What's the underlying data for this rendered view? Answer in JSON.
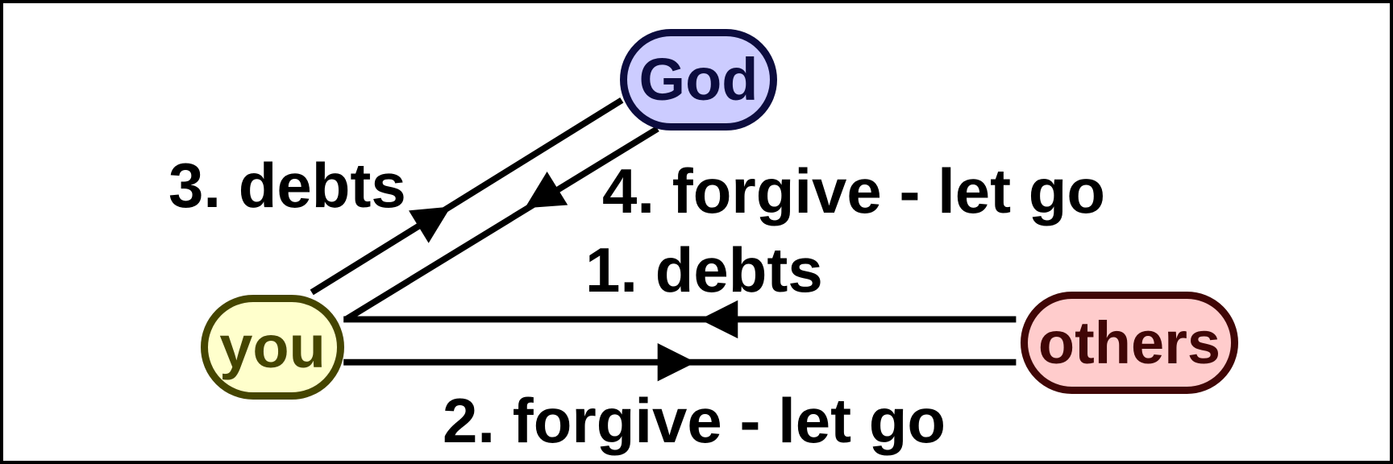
{
  "canvas": {
    "background": "#ffffff",
    "frame_color": "#000000"
  },
  "diagram": {
    "edge_color": "#000000",
    "nodes": [
      {
        "id": "god",
        "label": "God",
        "fill": "#ccccff",
        "stroke": "#0c0c3e"
      },
      {
        "id": "you",
        "label": "you",
        "fill": "#ffffcc",
        "stroke": "#454500"
      },
      {
        "id": "others",
        "label": "others",
        "fill": "#ffcccc",
        "stroke": "#400606"
      }
    ],
    "edges": [
      {
        "label": "1. debts",
        "from": "others",
        "to": "you",
        "arrow_direction": "left"
      },
      {
        "label": "2. forgive - let go",
        "from": "you",
        "to": "others",
        "arrow_direction": "right"
      },
      {
        "label": "3. debts",
        "from": "you",
        "to": "god",
        "arrow_direction": "up-right"
      },
      {
        "label": "4. forgive - let go",
        "from": "god",
        "to": "you",
        "arrow_direction": "down-left"
      }
    ]
  }
}
